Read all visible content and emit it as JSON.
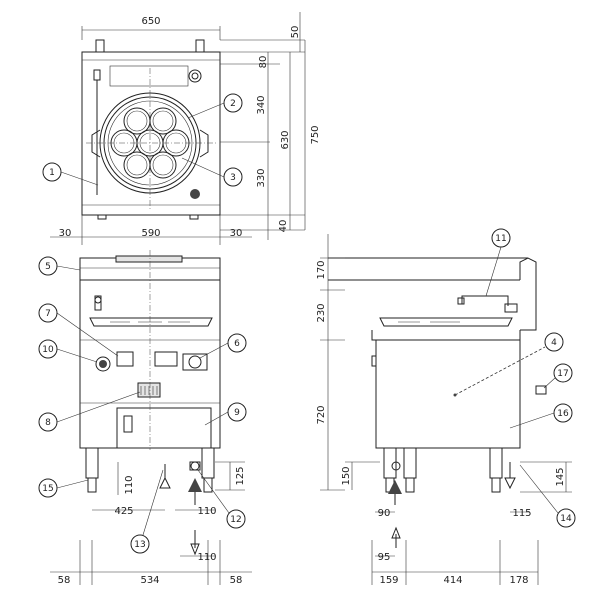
{
  "dimensions": {
    "top_width": "650",
    "top_50": "50",
    "top_80": "80",
    "top_340": "340",
    "top_330": "330",
    "top_40": "40",
    "top_630": "630",
    "top_750": "750",
    "left_30": "30",
    "center_590": "590",
    "right_30": "30",
    "side_170": "170",
    "side_230": "230",
    "side_720": "720",
    "side_150": "150",
    "side_145": "145",
    "front_110_left": "110",
    "front_125": "125",
    "front_425": "425",
    "front_110_bottom_a": "110",
    "front_110_bottom_b": "110",
    "bottom_58_left": "58",
    "bottom_534": "534",
    "bottom_58_right": "58",
    "side_90": "90",
    "side_95": "95",
    "side_115": "115",
    "side_159": "159",
    "side_414": "414",
    "side_178": "178"
  },
  "callouts": [
    "1",
    "2",
    "3",
    "4",
    "5",
    "6",
    "7",
    "8",
    "9",
    "10",
    "11",
    "12",
    "13",
    "14",
    "15",
    "16",
    "17"
  ]
}
